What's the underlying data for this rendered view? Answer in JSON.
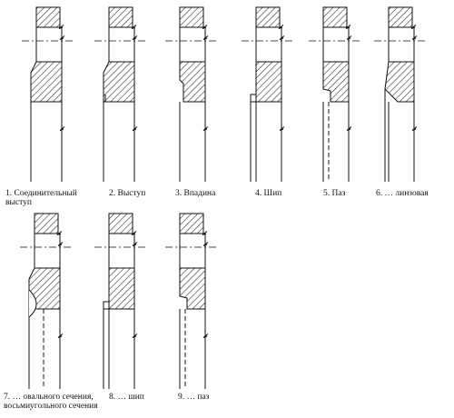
{
  "figure": {
    "captions": [
      {
        "id": "c1",
        "lines": [
          "1. Соединительный",
          "выступ"
        ]
      },
      {
        "id": "c2",
        "lines": [
          "2. Выступ"
        ]
      },
      {
        "id": "c3",
        "lines": [
          "3. Впадина"
        ]
      },
      {
        "id": "c4",
        "lines": [
          "4. Шип"
        ]
      },
      {
        "id": "c5",
        "lines": [
          "5. Паз"
        ]
      },
      {
        "id": "c6",
        "lines": [
          "6. … линзовая"
        ]
      },
      {
        "id": "c7",
        "lines": [
          "7. … овального сечения,",
          "восьмиугольного сечения"
        ]
      },
      {
        "id": "c8",
        "lines": [
          "8. … шип"
        ]
      },
      {
        "id": "c9",
        "lines": [
          "9. … паз"
        ]
      }
    ]
  }
}
